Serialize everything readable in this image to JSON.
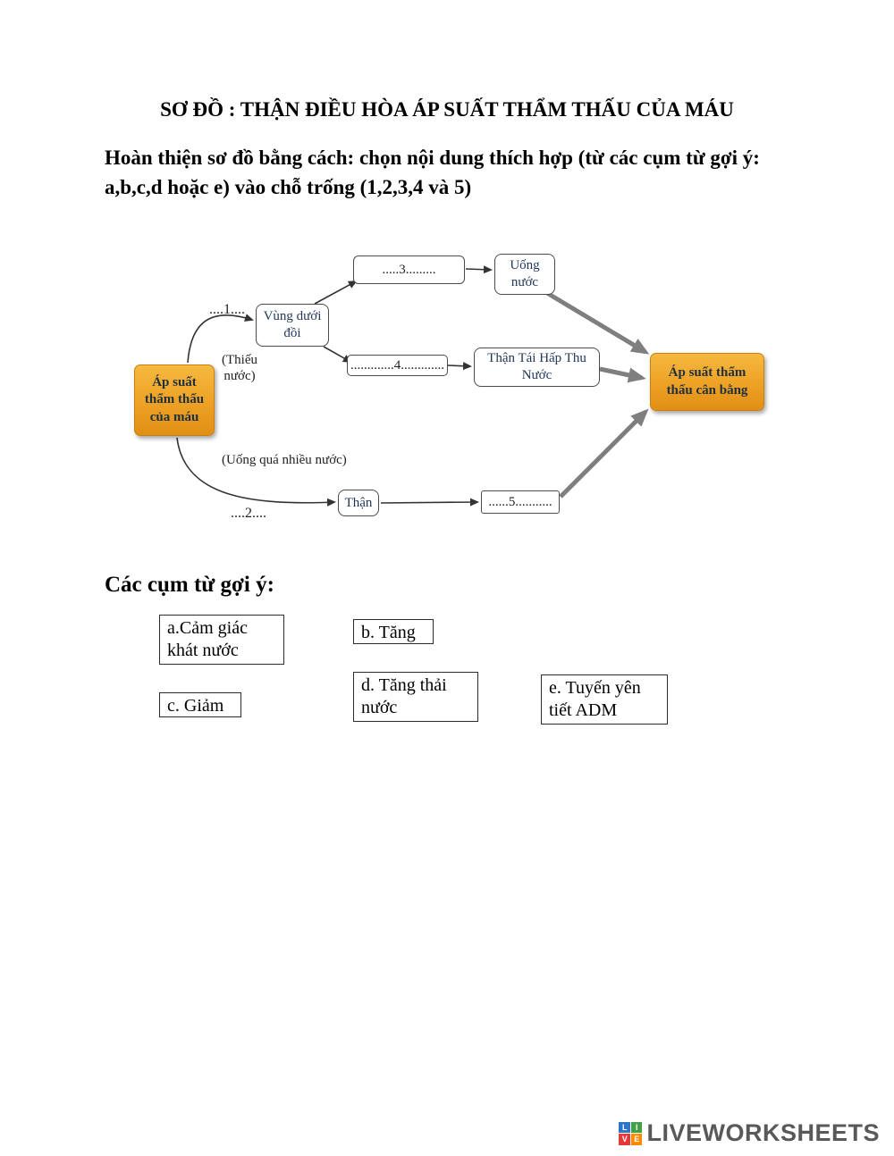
{
  "page": {
    "title": "SƠ ĐỒ : THẬN ĐIỀU HÒA ÁP SUẤT THẨM THẤU CỦA MÁU",
    "instructions": "Hoàn thiện sơ đồ bằng cách: chọn nội dung thích hợp (từ các cụm từ gợi ý: a,b,c,d hoặc e) vào chỗ trống (1,2,3,4 và 5)"
  },
  "diagram": {
    "start_box": "Áp suất thẩm thấu của máu",
    "label_1": "....1....",
    "label_thieu_nuoc": "(Thiếu nước)",
    "hypothalamus_box": "Vùng dưới đồi",
    "blank_3": ".....3.........",
    "drink_water_box": "Uống nước",
    "blank_4": ".............4.............",
    "reabsorb_box": "Thận Tái Hấp Thu Nước",
    "end_box": "Áp suất thẩm thấu cân bằng",
    "label_uong_qua_nhieu_nuoc": "(Uống quá nhiều nước)",
    "label_2": "....2....",
    "kidney_box": "Thận",
    "blank_5": "......5..........."
  },
  "word_bank": {
    "heading": "Các cụm từ gợi ý:",
    "options": [
      "a.Cảm giác khát nước",
      "b. Tăng",
      "c. Giảm",
      "d. Tăng thải nước",
      "e. Tuyến yên tiết ADM"
    ]
  },
  "footer": {
    "brand": "LIVEWORKSHEETS",
    "logo_letters": [
      "L",
      "I",
      "V",
      "E"
    ]
  },
  "colors": {
    "node_orange": "#eda125",
    "arrow_gray": "#7f7f7f"
  }
}
